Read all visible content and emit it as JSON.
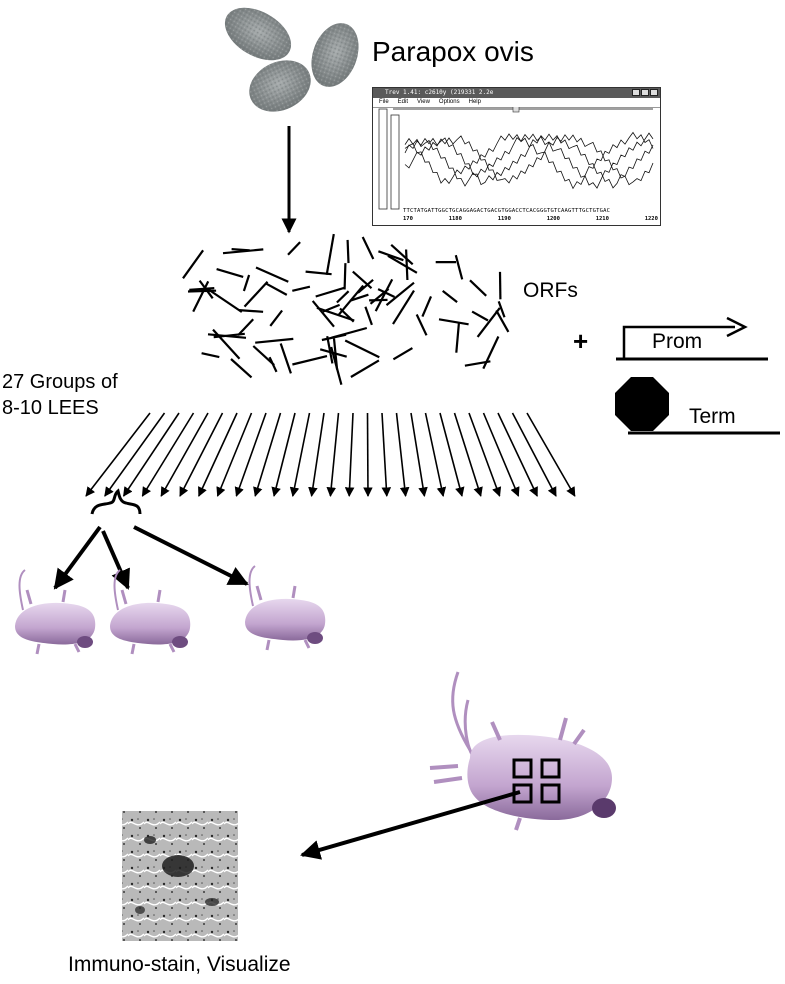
{
  "labels": {
    "virus": "Parapox ovis",
    "orfs": "ORFs",
    "plus": "+",
    "promoter": "Prom",
    "terminator": "Term",
    "groups_line1": "27 Groups of",
    "groups_line2": "8-10 LEES",
    "visualize": "Immuno-stain, Visualize"
  },
  "sequence_window": {
    "title": "Trev 1.41: c2610y  (219331 2.2e",
    "menu": [
      "File",
      "Edit",
      "View",
      "Options",
      "Help"
    ],
    "sequence": "TTCTATGATTGGCTGCAGGAGACTGACGTGGACCTCACGGGTGTCAAGTTTGCTGTGAC",
    "positions": [
      "170",
      "1180",
      "1190",
      "1200",
      "1210",
      "1220"
    ]
  },
  "group_count": 27,
  "colors": {
    "ink": "#000000",
    "mouse": "#c7a9d0",
    "virion": "#8a9091"
  }
}
